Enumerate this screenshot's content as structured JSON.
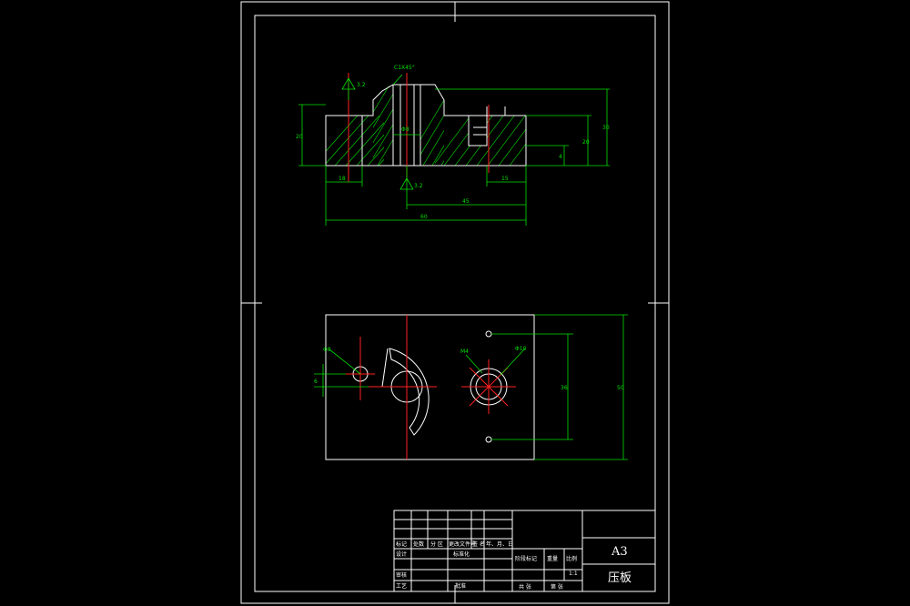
{
  "drawing": {
    "chamfer_note": "C1X45°",
    "surface_finish_top": "3.2",
    "surface_finish_bottom": "3.2",
    "section_dims": {
      "height_left": "20",
      "height_right_outer": "30",
      "height_right_inner": "20",
      "small_step": "4",
      "bore": "Φ8",
      "left_width": "18",
      "right_width": "15",
      "half_length": "45",
      "total_length": "60"
    },
    "plan_dims": {
      "hole_left": "Φ8",
      "hole_right_inner": "M4",
      "hole_right_outer": "Φ10",
      "offset_left": "6",
      "height_inner": "36",
      "height_outer": "50"
    }
  },
  "title_block": {
    "paper_size": "A3",
    "part_name": "压板",
    "scale": "1:1",
    "row_headers": [
      "标记",
      "处数",
      "分 区",
      "更改文件号",
      "签 名",
      "年、月、日"
    ],
    "design": "设计",
    "standardization": "标准化",
    "stage_mark": "阶段标记",
    "weight": "重量",
    "scale_label": "比例",
    "review": "审核",
    "process": "工艺",
    "approve": "批准",
    "total_sheets": "共 张",
    "sheet": "第 张"
  }
}
